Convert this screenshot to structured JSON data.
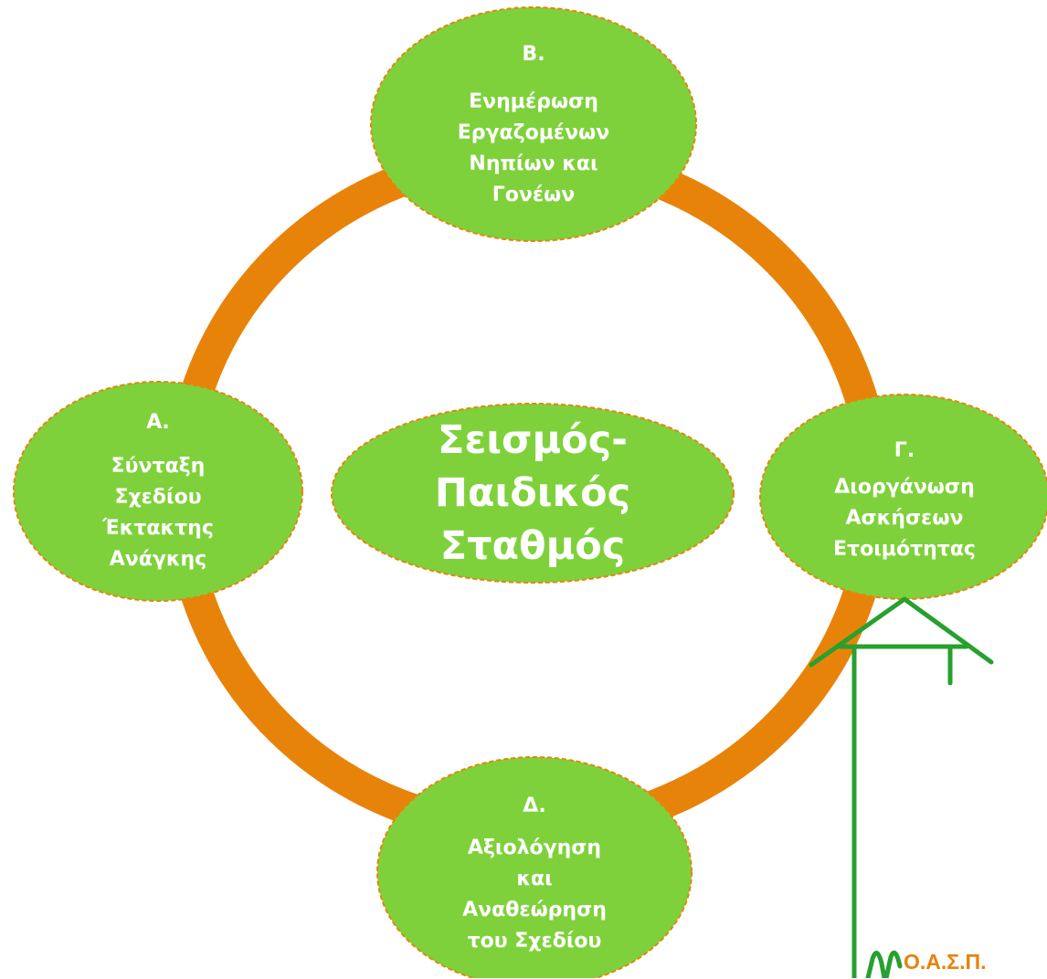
{
  "center": {
    "lines": [
      "Σεισμός-",
      "Παιδικός",
      "Σταθμός"
    ]
  },
  "nodes": {
    "b": {
      "letter": "Β.",
      "lines": [
        "Ενημέρωση",
        "Εργαζομένων",
        "Νηπίων και",
        "Γονέων"
      ]
    },
    "a": {
      "letter": "Α.",
      "lines": [
        "Σύνταξη",
        "Σχεδίου",
        "Έκτακτης",
        "Ανάγκης"
      ]
    },
    "g": {
      "letter": "Γ.",
      "lines": [
        "Διοργάνωση",
        "Ασκήσεων",
        "Ετοιμότητας"
      ]
    },
    "d": {
      "letter": "Δ.",
      "lines": [
        "Αξιολόγηση",
        "και",
        "Αναθεώρηση",
        "του Σχεδίου"
      ]
    }
  },
  "logo": {
    "text": "Ο.Α.Σ.Π."
  },
  "colors": {
    "ring": "#e8830a",
    "node_fill": "#7fd13b",
    "node_border": "#e8830a",
    "text": "#ffffff",
    "logo_green": "#27a02f"
  }
}
